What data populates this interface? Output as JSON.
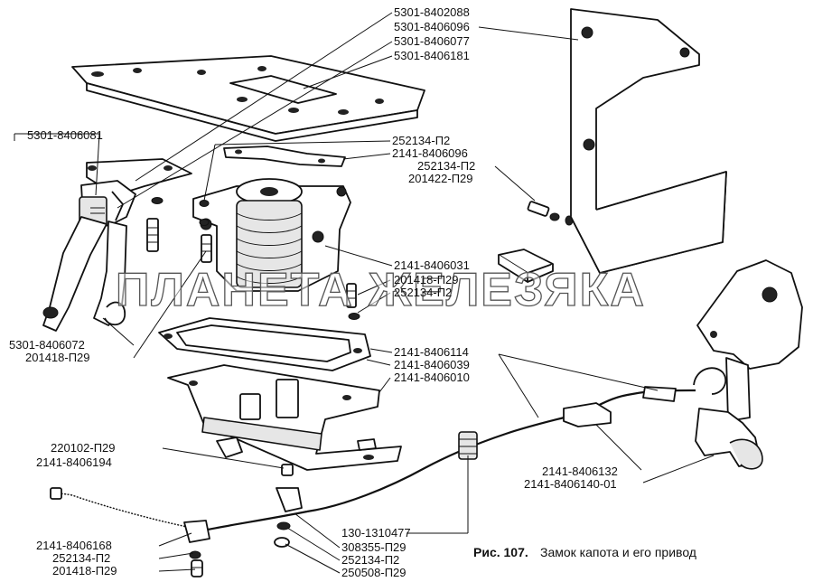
{
  "parts": {
    "p1": "5301-8402088",
    "p2": "5301-8406096",
    "p3": "5301-8406077",
    "p4": "5301-8406181",
    "p5": "5301-8406081",
    "p6": "252134-П2",
    "p7": "2141-8406096",
    "p8": "252134-П2",
    "p9": "201422-П29",
    "p10": "2141-8406031",
    "p11": "201418-П29",
    "p12": "252134-П2",
    "p13": "5301-8406072",
    "p14": "201418-П29",
    "p15": "2141-8406114",
    "p16": "2141-8406039",
    "p17": "2141-8406010",
    "p18": "220102-П29",
    "p19": "2141-8406194",
    "p20": "2141-8406132",
    "p21": "2141-8406140-01",
    "p22": "130-1310477",
    "p23": "308355-П29",
    "p24": "2141-8406168",
    "p25": "252134-П2",
    "p26": "252134-П2",
    "p27": "201418-П29",
    "p28": "250508-П29"
  },
  "caption": {
    "fig": "Рис. 107.",
    "title": "Замок капота и его привод"
  },
  "watermark": "ПЛАНЕТА ЖЕЛЕЗЯКА"
}
